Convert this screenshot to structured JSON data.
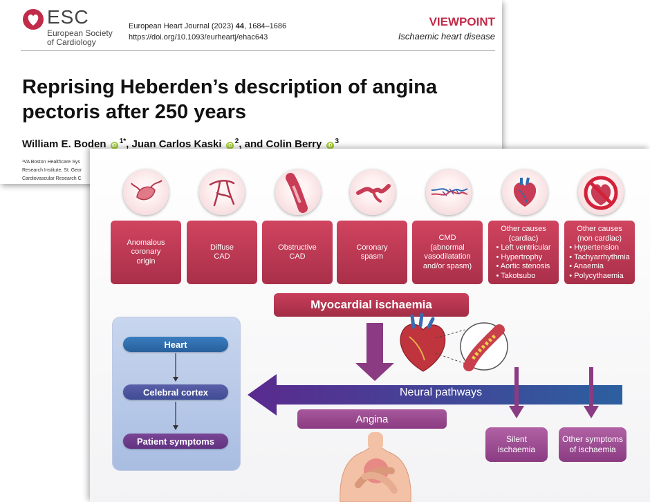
{
  "journal": {
    "logo_word": "ESC",
    "society": "European Society\nof Cardiology",
    "citation_prefix": "European Heart Journal (2023) ",
    "citation_volume": "44",
    "citation_pages": ", 1684–1686",
    "doi": "https://doi.org/10.1093/eurheartj/ehac643",
    "article_type": "VIEWPOINT",
    "topic": "Ischaemic heart disease",
    "title": "Reprising Heberden’s description of angina pectoris after 250 years",
    "authors": [
      {
        "name": "William E. Boden",
        "sup": "1*"
      },
      {
        "name": "Juan Carlos Kaski",
        "sup": "2"
      },
      {
        "name": "Colin Berry",
        "sup": "3"
      }
    ],
    "author_sep": ", ",
    "author_and": ", and ",
    "orcid_label": "iD",
    "affiliations": [
      "¹VA Boston Healthcare Sys",
      "Research Institute, St. Geor",
      "Cardiovascular Research C"
    ]
  },
  "figure": {
    "causes": [
      {
        "label": "Anomalous\ncoronary\norigin"
      },
      {
        "label": "Diffuse\nCAD"
      },
      {
        "label": "Obstructive\nCAD"
      },
      {
        "label": "Coronary\nspasm"
      },
      {
        "label": "CMD\n(abnormal\nvasodilatation\nand/or spasm)"
      },
      {
        "label": "Other causes\n(cardiac)",
        "items": [
          "Left ventricular",
          "Hypertrophy",
          "Aortic stenosis",
          "Takotsubo"
        ]
      },
      {
        "label": "Other causes\n(non cardiac)",
        "items": [
          "Hypertension",
          "Tachyarrhythmia",
          "Anaemia",
          "Polycythaemia"
        ]
      }
    ],
    "myocardial": "Myocardial ischaemia",
    "pathway_steps": [
      "Heart",
      "Celebral cortex",
      "Patient symptoms"
    ],
    "neural": "Neural pathways",
    "angina": "Angina",
    "outcomes": [
      "Silent\nischaemia",
      "Other symptoms\nof ischaemia"
    ],
    "colors": {
      "cause": "#b8344f",
      "step_blue": "#2f6aa8",
      "step_purple": "#6d3d8f",
      "arrow_purple": "#8a3b82",
      "neural_start": "#5a2a8f",
      "neural_end": "#2c5fa0"
    },
    "icons": [
      "anomalous-origin-icon",
      "diffuse-cad-icon",
      "obstructive-cad-icon",
      "spasm-icon",
      "microvascular-icon",
      "heart-icon",
      "prohibited-heart-icon",
      "heart-illustration-icon",
      "vessel-magnifier-icon",
      "chest-pain-figure-icon"
    ]
  }
}
